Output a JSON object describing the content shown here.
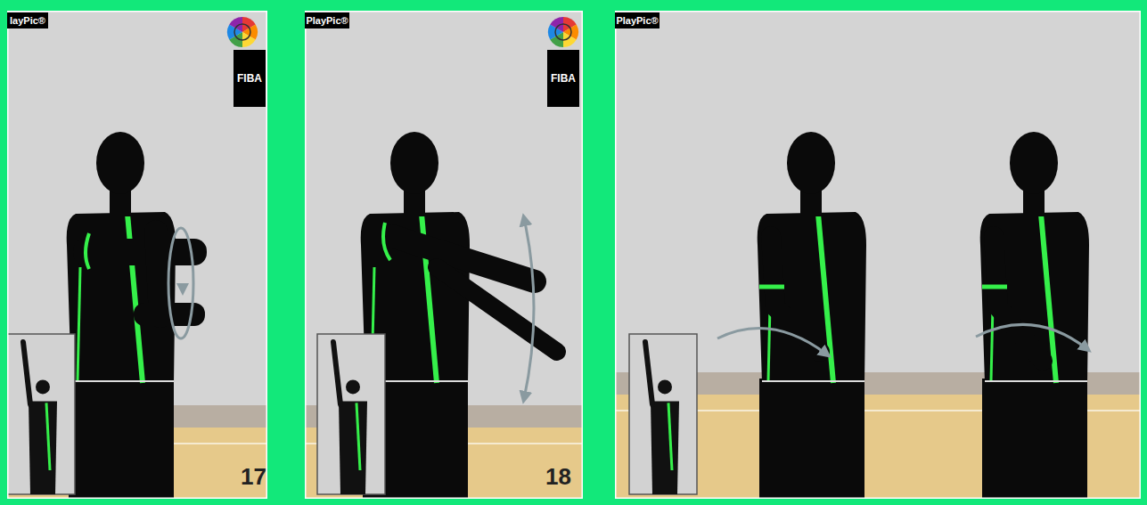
{
  "diagram": {
    "nodes": [
      {
        "text": [
          "layPic®"
        ]
      },
      {
        "text": [
          "FIBA"
        ]
      },
      {
        "text": [
          "PlayPic®"
        ]
      },
      {
        "text": [
          "FIBA"
        ]
      },
      {
        "text": [
          "PlayPic®"
        ]
      }
    ],
    "labels": [
      "17",
      "18"
    ]
  }
}
